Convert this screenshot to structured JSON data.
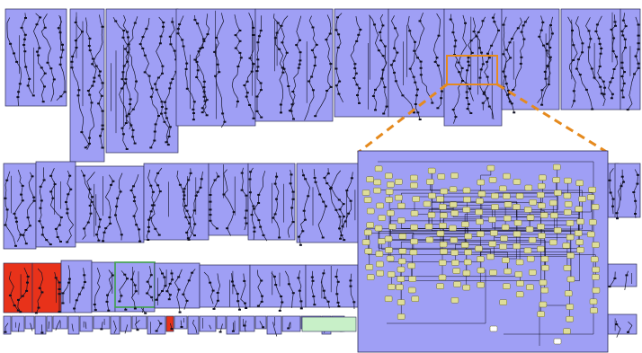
{
  "colors": {
    "background": "#ffffff",
    "panel_fill": "#9f9ff5",
    "panel_border": "#2b2b55",
    "graph_ink": "#111122",
    "node_fill": "#dedd98",
    "node_border": "#6e6b2a",
    "highlight_panel": "#e8321a",
    "accent_green": "#3fa14a",
    "zoom_indicator": "#e58a1e"
  },
  "overview": {
    "rows": [
      {
        "name": "top-row",
        "panel_count": 13
      },
      {
        "name": "middle-row",
        "panel_count": 12,
        "highlighted": [
          10
        ]
      },
      {
        "name": "lower-row",
        "panel_count": 11,
        "highlighted": [
          0,
          1
        ],
        "green_outlined": [
          5
        ]
      },
      {
        "name": "bottom-strip",
        "panel_count": 26,
        "highlighted": [
          13
        ]
      }
    ]
  },
  "zoom_view": {
    "source_panel": "top-row-panel-10",
    "style": "dashed-orange-connector",
    "node_shape": "rounded-rectangle"
  }
}
